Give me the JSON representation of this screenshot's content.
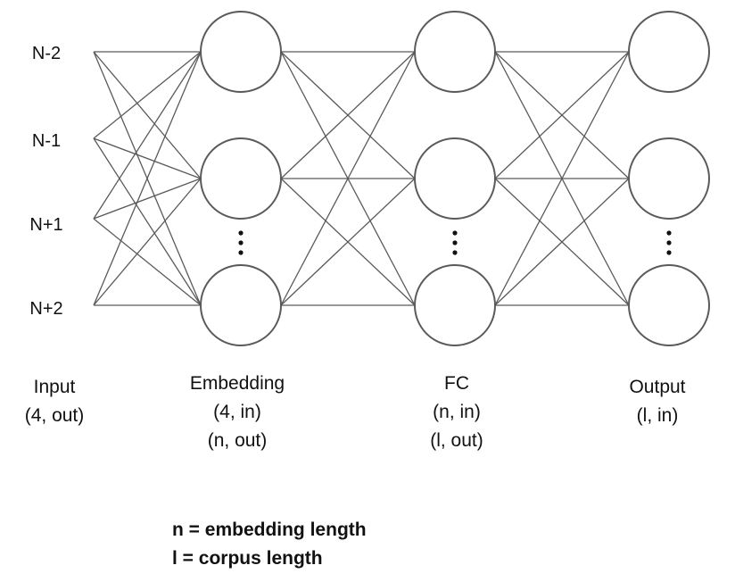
{
  "inputs": {
    "labels": [
      "N-2",
      "N-1",
      "N+1",
      "N+2"
    ]
  },
  "layers": [
    {
      "id": "input",
      "caption": [
        "Input",
        "(4, out)"
      ]
    },
    {
      "id": "embedding",
      "caption": [
        "Embedding",
        "(4, in)",
        "(n, out)"
      ]
    },
    {
      "id": "fc",
      "caption": [
        "FC",
        "(n, in)",
        "(l, out)"
      ]
    },
    {
      "id": "output",
      "caption": [
        "Output",
        "(l, in)"
      ]
    }
  ],
  "legend": {
    "lines": [
      "n = embedding length",
      "l = corpus length"
    ]
  },
  "colors": {
    "edge": "#5a5a5a",
    "node_stroke": "#5a5a5a",
    "text": "#111111"
  }
}
